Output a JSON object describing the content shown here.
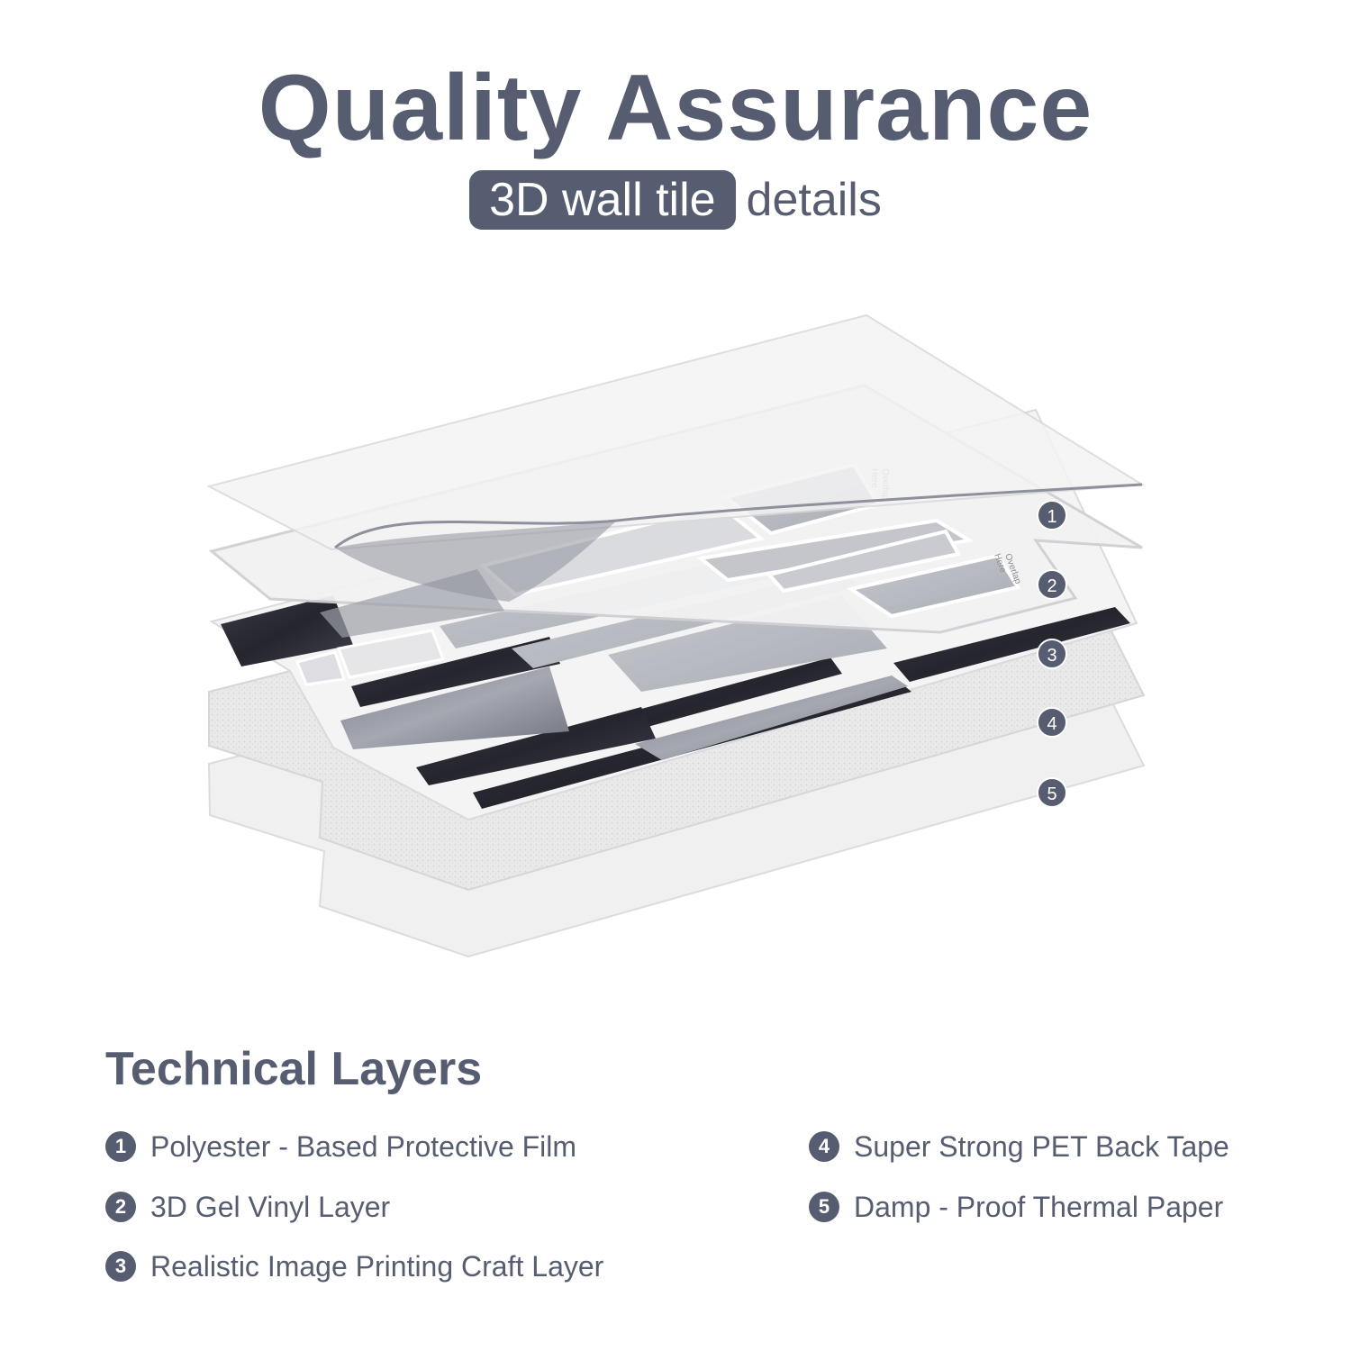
{
  "header": {
    "title": "Quality Assurance",
    "subtitle_highlight": "3D wall tile",
    "subtitle_rest": "details"
  },
  "diagram": {
    "callouts": [
      "1",
      "2",
      "3",
      "4",
      "5"
    ],
    "overlap_label_line1": "Overlap",
    "overlap_label_line2": "Here"
  },
  "technical_layers": {
    "title": "Technical Layers",
    "items": [
      {
        "number": "1",
        "label": "Polyester - Based Protective Film"
      },
      {
        "number": "2",
        "label": "3D Gel Vinyl Layer"
      },
      {
        "number": "3",
        "label": "Realistic Image Printing Craft Layer"
      },
      {
        "number": "4",
        "label": "Super Strong PET Back Tape"
      },
      {
        "number": "5",
        "label": "Damp - Proof Thermal Paper"
      }
    ]
  },
  "colors": {
    "primary": "#575d71",
    "dark_marble": "#2f3039",
    "light_marble": "#b9bcc3",
    "sheet": "#eeeeee"
  }
}
